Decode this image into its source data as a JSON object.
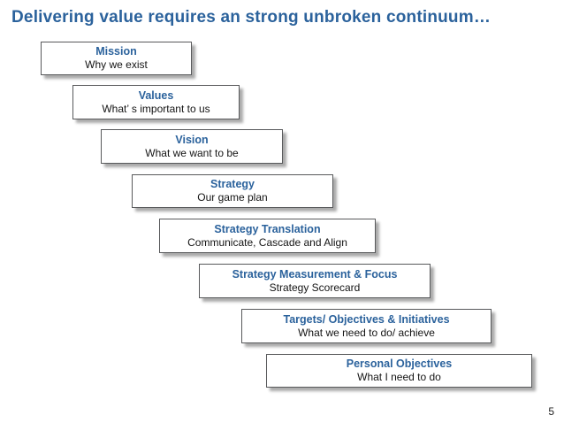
{
  "slide": {
    "title": "Delivering value requires an strong unbroken continuum…",
    "page_number": "5"
  },
  "colors": {
    "background": "#FFFFFF",
    "title_blue": "#2B629C",
    "heading_blue": "#2B629C",
    "body_text": "#141414",
    "box_fill": "#FFFFFF",
    "box_border": "#58595B",
    "box_shadow": "#ABABAB"
  },
  "boxes": [
    {
      "heading": "Mission",
      "subtitle": "Why we exist"
    },
    {
      "heading": "Values",
      "subtitle": "What’ s important to us"
    },
    {
      "heading": "Vision",
      "subtitle": "What we want to be"
    },
    {
      "heading": "Strategy",
      "subtitle": "Our game plan"
    },
    {
      "heading": "Strategy Translation",
      "subtitle": "Communicate, Cascade and Align"
    },
    {
      "heading": "Strategy Measurement & Focus",
      "subtitle": "Strategy Scorecard"
    },
    {
      "heading": "Targets/ Objectives & Initiatives",
      "subtitle": "What we need to do/ achieve"
    },
    {
      "heading": "Personal Objectives",
      "subtitle": "What I need to do"
    }
  ]
}
